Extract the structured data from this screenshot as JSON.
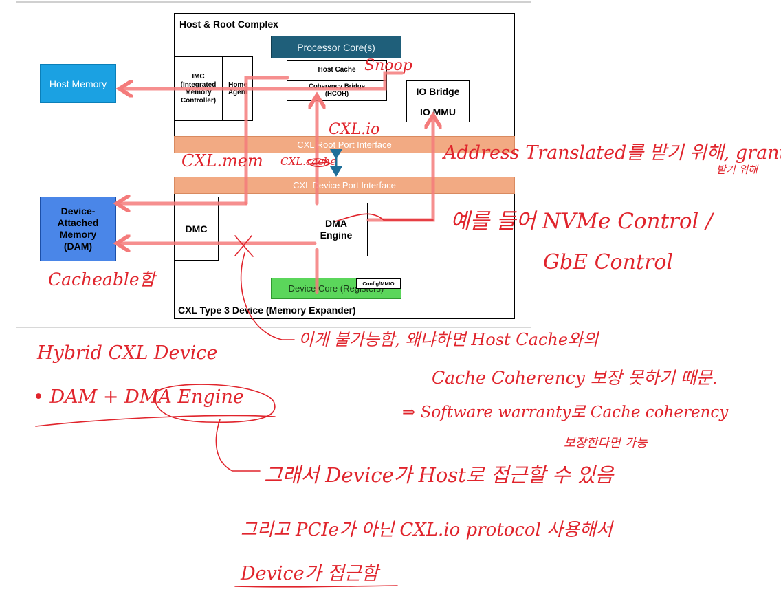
{
  "diagram": {
    "host_root_complex": "Host & Root Complex",
    "processor_cores": "Processor Core(s)",
    "host_cache": "Host Cache",
    "coherency_bridge": "Coherency Bridge (HCOH)",
    "imc": "IMC (Integrated Memory Controller)",
    "home_agent": "Home Agent",
    "io_bridge": "IO Bridge",
    "io_mmu": "IO MMU",
    "host_memory": "Host Memory",
    "root_port": "CXL Root Port Interface",
    "device_port": "CXL Device Port Interface",
    "dam": "Device-Attached Memory (DAM)",
    "dmc": "DMC",
    "dma_engine": "DMA Engine",
    "device_core": "Device Core (Registers)",
    "config_mmio": "Config/MMIO",
    "device_title": "CXL Type 3 Device (Memory Expander)"
  },
  "notes": {
    "snoop": "Snoop",
    "cxl_io": "CXL.io",
    "cxl_mem": "CXL.mem",
    "cxl_cache": "CXL.cache",
    "addr1": "Address Translated를 받기 위해, granted",
    "addr2": "받기 위해",
    "nvme": "예를 들어 NVMe Control /",
    "gbe": "GbE Control",
    "cacheable": "Cacheable함",
    "hybrid": "Hybrid CXL Device",
    "dam_dma": "• DAM + DMA Engine",
    "impossible": "이게 불가능함, 왜냐하면 Host Cache와의",
    "coherency": "Cache Coherency 보장 못하기 때문.",
    "software": "⇒ Software warranty로 Cache coherency",
    "possible": "보장한다면 가능",
    "access": "그래서 Device가 Host로 접근할 수 있음",
    "pcie": "그리고 PCIe가 아닌 CXL.io protocol 사용해서",
    "device_access": "Device가 접근함"
  },
  "colors": {
    "ink": "#e0242c",
    "arrow": "#f47b7b",
    "processor": "#1f5f7a",
    "host_memory": "#1ba1e2",
    "dam": "#4a86e8",
    "band": "#f2aa83",
    "device_core": "#5bd65b"
  }
}
